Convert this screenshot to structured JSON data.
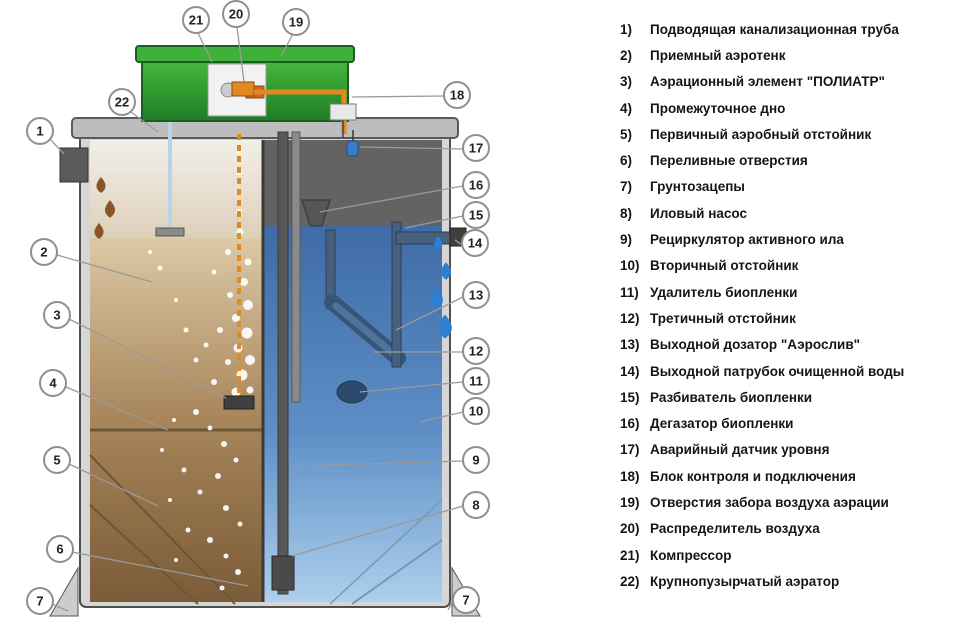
{
  "legend": {
    "items": [
      {
        "num": "1)",
        "text": "Подводящая канализационная труба"
      },
      {
        "num": "2)",
        "text": "Приемный аэротенк"
      },
      {
        "num": "3)",
        "text": "Аэрационный элемент \"ПОЛИАТР\""
      },
      {
        "num": "4)",
        "text": "Промежуточное дно"
      },
      {
        "num": "5)",
        "text": "Первичный аэробный отстойник"
      },
      {
        "num": "6)",
        "text": "Переливные отверстия"
      },
      {
        "num": "7)",
        "text": "Грунтозацепы"
      },
      {
        "num": "8)",
        "text": "Иловый насос"
      },
      {
        "num": "9)",
        "text": "Рециркулятор активного ила"
      },
      {
        "num": "10)",
        "text": "Вторичный отстойник"
      },
      {
        "num": "11)",
        "text": "Удалитель биопленки"
      },
      {
        "num": "12)",
        "text": "Третичный отстойник"
      },
      {
        "num": "13)",
        "text": "Выходной дозатор  \"Аэрослив\""
      },
      {
        "num": "14)",
        "text": "Выходной патрубок очищенной воды"
      },
      {
        "num": "15)",
        "text": "Разбиватель биопленки"
      },
      {
        "num": "16)",
        "text": "Дегазатор биопленки"
      },
      {
        "num": "17)",
        "text": "Аварийный датчик уровня"
      },
      {
        "num": "18)",
        "text": "Блок контроля и подключения"
      },
      {
        "num": "19)",
        "text": "Отверстия забора воздуха аэрации"
      },
      {
        "num": "20)",
        "text": "Распределитель воздуха"
      },
      {
        "num": "21)",
        "text": "Компрессор"
      },
      {
        "num": "22)",
        "text": "Крупнопузырчатый аэратор"
      }
    ]
  },
  "callouts": [
    "1",
    "2",
    "3",
    "4",
    "5",
    "6",
    "7",
    "22",
    "21",
    "20",
    "19",
    "18",
    "17",
    "16",
    "15",
    "14",
    "13",
    "12",
    "11",
    "10",
    "9",
    "8",
    "7"
  ],
  "colors": {
    "lid_green_light": "#49bd3f",
    "lid_green_dark": "#1f7d25",
    "lid_top": "#3fb13a",
    "tank_gray": "#d6d6d6",
    "rim_gray": "#bdbdbd",
    "sludge_brown_top": "#dcc9a6",
    "sludge_brown_mid": "#a8855a",
    "sludge_brown_bottom": "#7a5c38",
    "foam_top": "#f2efe9",
    "foam_bottom": "#dccfb8",
    "water_blue_top": "#3f6ba6",
    "water_blue_mid": "#5d8fc6",
    "water_blue_bottom": "#aecfec",
    "dark_chamber_gray": "#636363",
    "pipe_orange": "#e08a20",
    "pipe_blue_gray": "#46607e",
    "drop_brown": "#8a5427",
    "drop_blue": "#2f7fd0"
  }
}
